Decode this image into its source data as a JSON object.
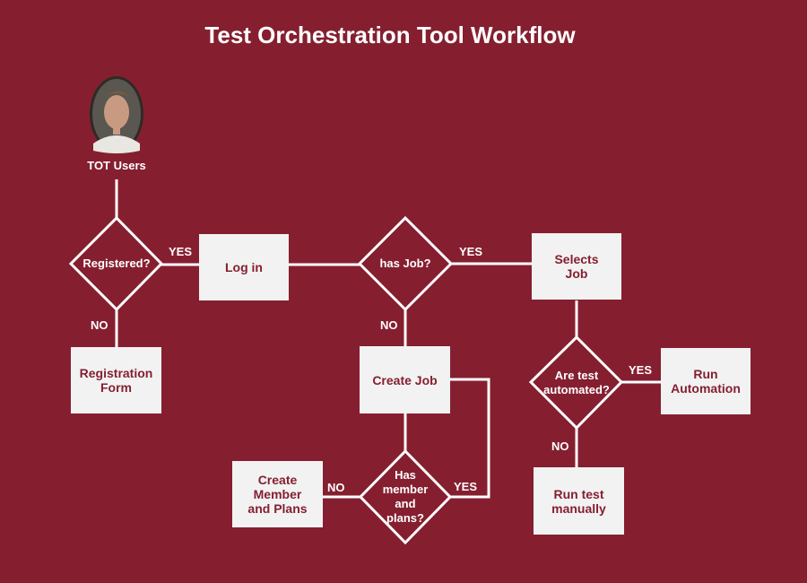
{
  "title": "Test Orchestration Tool Workflow",
  "user": {
    "label": "TOT Users"
  },
  "boxes": {
    "log_in": "Log in",
    "selects_job": "Selects\nJob",
    "registration_form": "Registration\nForm",
    "create_job": "Create Job",
    "run_automation": "Run\nAutomation",
    "create_member_plans": "Create\nMember\nand Plans",
    "run_manually": "Run test\nmanually"
  },
  "decisions": {
    "registered": "Registered?",
    "has_job": "has Job?",
    "automated": "Are test\nautomated?",
    "has_member_plans": "Has\nmember\nand\nplans?"
  },
  "edges": {
    "registered_yes": "YES",
    "registered_no": "NO",
    "has_job_yes": "YES",
    "has_job_no": "NO",
    "automated_yes": "YES",
    "automated_no": "NO",
    "member_no": "NO",
    "member_yes": "YES"
  },
  "colors": {
    "background": "#851f30",
    "box_fill": "#f2f2f2",
    "box_text": "#851f30",
    "line": "#ffffff"
  }
}
